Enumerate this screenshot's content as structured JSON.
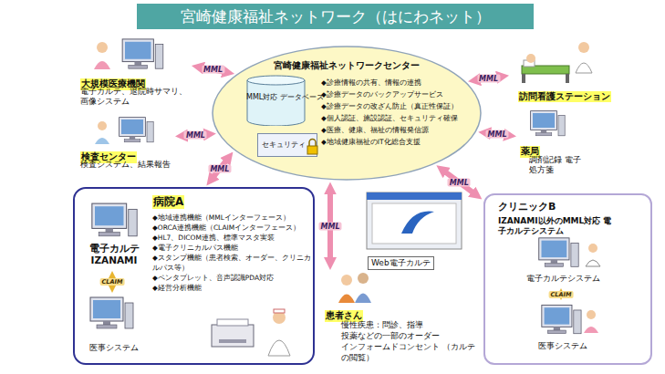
{
  "diagram": {
    "title": "宮崎健康福祉ネットワーク（はにわネット）",
    "nodes": [
      {
        "text": [
          "大規模医療機関",
          "電子カルテ、退院時サマリ、 画像システム"
        ]
      },
      {
        "text": [
          "検査センター",
          "検査システム、結果報告"
        ]
      },
      {
        "text": [
          "宮崎健康福祉ネットワークセンター",
          "◆診療情報の共有、情報の連携",
          "◆診療データのバックアップサービス",
          "◆診療データの改ざん防止（真正性保証）",
          "◆個人認証、施設認証、セキュリティ確保",
          "◆医療、健康、福祉の情報発信源",
          "◆地域健康福祉のIT化総合支援"
        ]
      },
      {
        "text": [
          "MML対応 データベース"
        ],
        "in": 2
      },
      {
        "text": [
          "セキュリティ"
        ],
        "in": 2
      },
      {
        "text": [
          "訪問看護ステーション"
        ]
      },
      {
        "text": [
          "薬局",
          "調剤記録 電子処方箋"
        ]
      },
      {
        "text": [
          "病院A",
          "◆地域連携機能（MMLインターフェース）",
          "◆ORCA連携機能（CLAIMインターフェース）",
          "◆HL7、DICOM連携、標準マスタ実装",
          "◆電子クリニカルパス機能",
          "◆スタンプ機能（患者検索、オーダー、クリニカルパス等）",
          "◆ペンタブレット、音声認識PDA対応",
          "◆経営分析機能"
        ]
      },
      {
        "text": [
          "電子カルテ IZANAMI"
        ],
        "in": 7
      },
      {
        "text": [
          "医事システム"
        ],
        "in": 7
      },
      {
        "text": [
          "Web電子カルテ"
        ]
      },
      {
        "text": [
          "患者さん",
          "慢性疾患：問診、指導",
          "投薬などの一部のオーダー",
          "インフォームドコンセント （カルテの閲覧）"
        ]
      },
      {
        "text": [
          "クリニックB",
          "IZANAMI以外のMML対応 電子カルテシステム"
        ]
      },
      {
        "text": [
          "電子カルテシステム"
        ],
        "in": 12
      },
      {
        "text": [
          "医事システム"
        ],
        "in": 12
      }
    ],
    "edges": [
      {
        "from": 0,
        "to": 2,
        "label": "MML",
        "arrow": "both"
      },
      {
        "from": 1,
        "to": 2,
        "label": "MML",
        "arrow": "both"
      },
      {
        "from": 2,
        "to": 5,
        "label": "MML",
        "arrow": "both"
      },
      {
        "from": 2,
        "to": 6,
        "label": "MML",
        "arrow": "both"
      },
      {
        "from": 7,
        "to": 2,
        "label": "MML",
        "arrow": "both"
      },
      {
        "from": 8,
        "to": 9,
        "label": "CLAIM",
        "arrow": "both"
      },
      {
        "from": 2,
        "to": 11,
        "label": "MML",
        "arrow": "both"
      },
      {
        "from": 2,
        "to": 12,
        "label": "MML",
        "arrow": "both"
      },
      {
        "from": 13,
        "to": 14,
        "label": "CLAIM",
        "arrow": "both"
      }
    ]
  }
}
